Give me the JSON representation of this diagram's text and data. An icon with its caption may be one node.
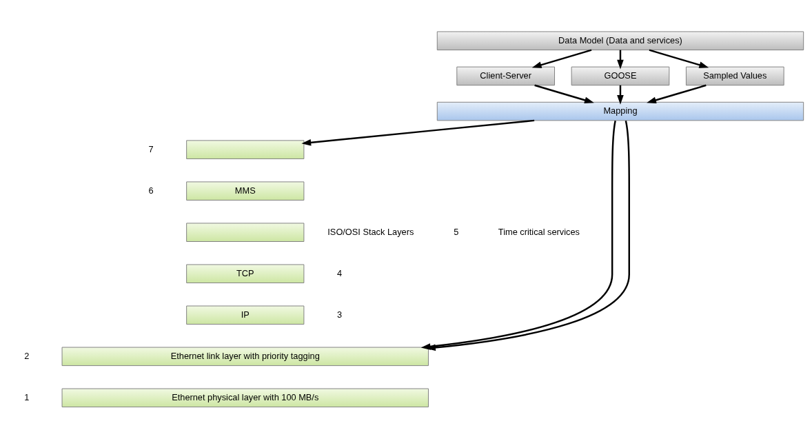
{
  "diagram": {
    "nodes": [
      {
        "text": [
          "Data Model (Data and services)"
        ]
      },
      {
        "text": [
          "Client-Server"
        ]
      },
      {
        "text": [
          "GOOSE"
        ]
      },
      {
        "text": [
          "Sampled Values"
        ]
      },
      {
        "text": [
          "Mapping"
        ]
      },
      {
        "text": [],
        "shape": "box"
      },
      {
        "text": [
          "MMS"
        ]
      },
      {
        "text": [],
        "shape": "box"
      },
      {
        "text": [
          "TCP"
        ]
      },
      {
        "text": [
          "IP"
        ]
      },
      {
        "text": [
          "Ethernet link layer with priority tagging"
        ]
      },
      {
        "text": [
          "Ethernet physical layer with 100 MB/s"
        ]
      }
    ],
    "edges": [
      {
        "from": 0,
        "to": 1,
        "arrow": "to"
      },
      {
        "from": 0,
        "to": 2,
        "arrow": "to"
      },
      {
        "from": 0,
        "to": 3,
        "arrow": "to"
      },
      {
        "from": 1,
        "to": 4,
        "arrow": "to"
      },
      {
        "from": 2,
        "to": 4,
        "arrow": "to"
      },
      {
        "from": 3,
        "to": 4,
        "arrow": "to"
      },
      {
        "from": 4,
        "to": 5,
        "arrow": "to"
      },
      {
        "from": 4,
        "to": 10,
        "arrow": "to"
      },
      {
        "from": 4,
        "to": 10,
        "arrow": "to"
      }
    ],
    "labels": [
      "ISO/OSI Stack Layers",
      "7",
      "6",
      "5",
      "Time critical services",
      "4",
      "3",
      "2",
      "1"
    ]
  }
}
